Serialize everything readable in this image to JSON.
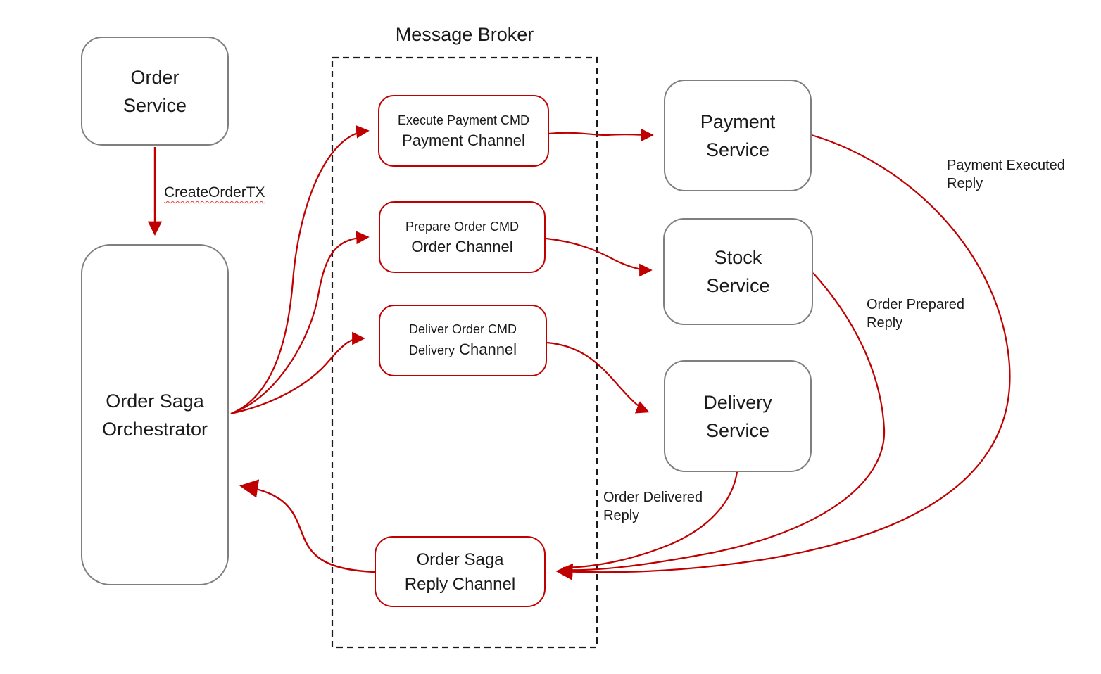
{
  "colors": {
    "arrow_red": "#C00000",
    "node_border_gray": "#7F7F7F",
    "broker_border_black": "#1a1a1a",
    "text_black": "#1a1a1a",
    "squiggle_red": "#e53935"
  },
  "broker": {
    "title": "Message Broker"
  },
  "nodes": {
    "order_service": {
      "line1": "Order",
      "line2": "Service"
    },
    "orchestrator": {
      "line1": "Order Saga",
      "line2": "Orchestrator"
    },
    "payment_service": {
      "line1": "Payment",
      "line2": "Service"
    },
    "stock_service": {
      "line1": "Stock",
      "line2": "Service"
    },
    "delivery_service": {
      "line1": "Delivery",
      "line2": "Service"
    },
    "payment_channel": {
      "line1": "Execute Payment CMD",
      "line2": "Payment Channel"
    },
    "order_channel": {
      "line1": "Prepare Order CMD",
      "line2": "Order Channel"
    },
    "delivery_channel": {
      "line1": "Deliver Order CMD",
      "line2_small": "Delivery",
      "line2_large": "Channel"
    },
    "reply_channel": {
      "line1": "Order Saga",
      "line2": "Reply Channel"
    }
  },
  "edge_labels": {
    "create_order_tx": "CreateOrderTX",
    "payment_executed": {
      "line1": "Payment Executed",
      "line2": "Reply"
    },
    "order_prepared": {
      "line1": "Order Prepared",
      "line2": "Reply"
    },
    "order_delivered": {
      "line1": "Order Delivered",
      "line2": "Reply"
    }
  }
}
